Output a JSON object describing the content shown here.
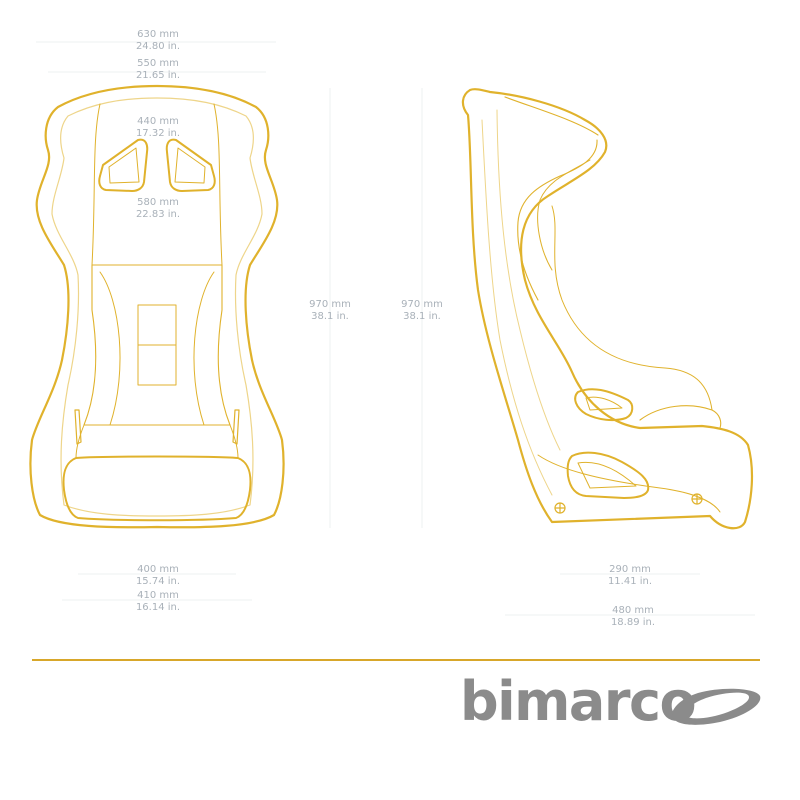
{
  "brand": {
    "name": "bimarco"
  },
  "colors": {
    "outline": "#e0b22c",
    "outline_light": "#eed58a",
    "dim_text": "#a9b1b9",
    "rule": "#d8a72a",
    "logo": "#8b8b8b"
  },
  "front_view": {
    "top_width_outer": {
      "mm": "630 mm",
      "in": "24.80 in."
    },
    "top_width_inner": {
      "mm": "550 mm",
      "in": "21.65 in."
    },
    "shoulder_width": {
      "mm": "440 mm",
      "in": "17.32 in."
    },
    "harness_width": {
      "mm": "580 mm",
      "in": "22.83 in."
    },
    "height": {
      "mm": "970 mm",
      "in": "38.1 in."
    },
    "base_width_inner": {
      "mm": "400 mm",
      "in": "15.74 in."
    },
    "base_width_outer": {
      "mm": "410 mm",
      "in": "16.14 in."
    }
  },
  "side_view": {
    "height": {
      "mm": "970 mm",
      "in": "38.1 in."
    },
    "base_depth": {
      "mm": "290 mm",
      "in": "11.41 in."
    },
    "total_depth": {
      "mm": "480 mm",
      "in": "18.89 in."
    }
  }
}
